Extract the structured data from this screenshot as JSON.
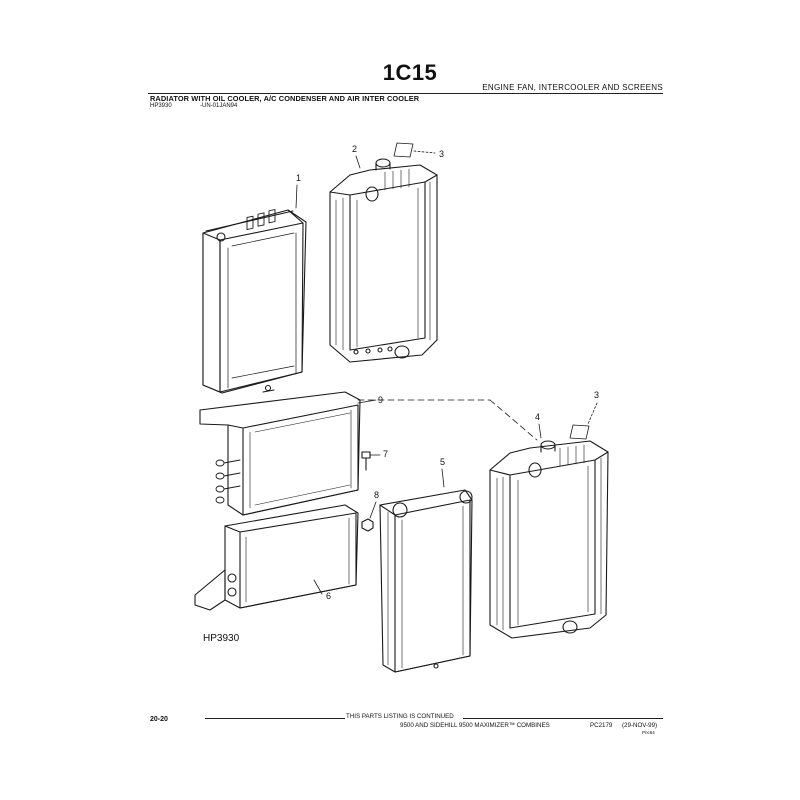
{
  "header": {
    "page_number": "1C15",
    "section_title": "ENGINE FAN, INTERCOOLER AND SCREENS",
    "subtitle": "RADIATOR WITH OIL COOLER, A/C CONDENSER AND AIR INTER COOLER",
    "hp_code": "HP3930",
    "hp_date": "-UN-01JAN94"
  },
  "figure": {
    "image_code": "HP3930",
    "callouts": [
      "1",
      "2",
      "3",
      "3",
      "4",
      "5",
      "6",
      "7",
      "8",
      "9"
    ]
  },
  "footer": {
    "page": "20-20",
    "continued": "THIS PARTS LISTING IS CONTINUED",
    "combine": "9500 AND SIDEHILL 9500 MAXIMIZER™ COMBINES",
    "pc": "PC2179",
    "date": "(29-NOV-99)",
    "code": "Pnc64"
  }
}
